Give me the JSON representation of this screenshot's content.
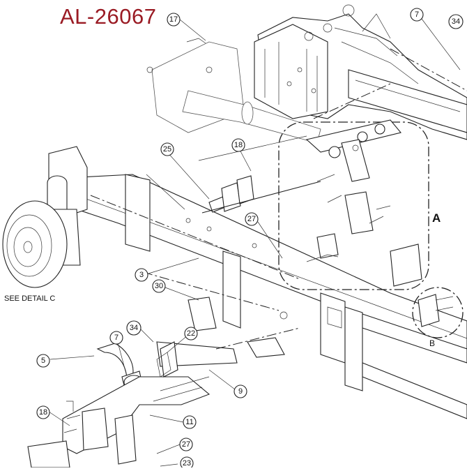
{
  "diagram": {
    "reference_code": "AL-26067",
    "callouts": [
      "17",
      "7",
      "34",
      "25",
      "18",
      "27",
      "3",
      "30",
      "34",
      "22",
      "7",
      "5",
      "9",
      "18",
      "11",
      "27",
      "23"
    ],
    "labels": {
      "detail_a": "A",
      "detail_b": "B",
      "see_detail_c": "SEE DETAIL C"
    },
    "colors": {
      "reference_code": "#9a1b24",
      "lines": "#222222",
      "background": "#ffffff"
    }
  }
}
